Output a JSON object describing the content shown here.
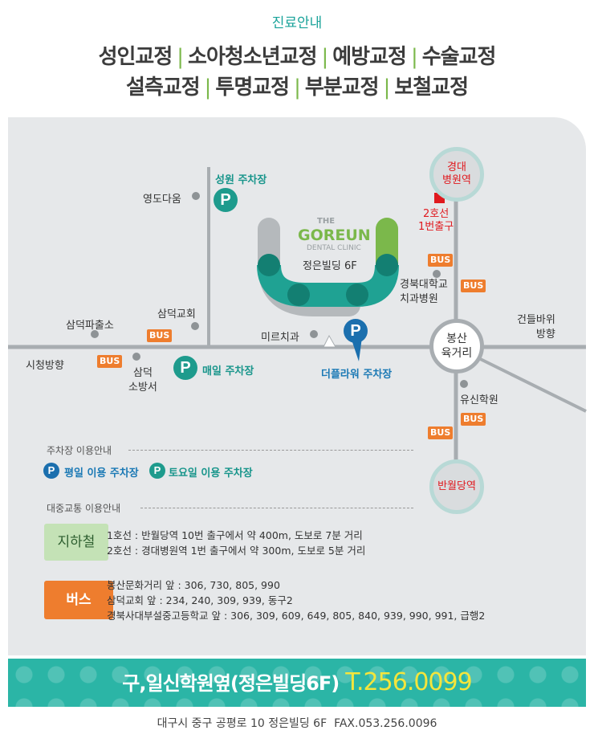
{
  "header": {
    "title": "진료안내",
    "services_row1": [
      "성인교정",
      "소아청소년교정",
      "예방교정",
      "수술교정"
    ],
    "services_row2": [
      "설측교정",
      "투명교정",
      "부분교정",
      "보철교정"
    ],
    "separator": "|"
  },
  "map": {
    "clinic": {
      "logo_the": "THE",
      "logo_name": "GOREUN",
      "logo_sub": "DENTAL CLINIC",
      "building": "정은빌딩 6F"
    },
    "parking": {
      "seongwon": "성원 주차장",
      "maeil": "매일 주차장",
      "the_plaza": "더플라워 주차장",
      "p_symbol": "P"
    },
    "stations": {
      "gyeongdae": [
        "경대",
        "병원역"
      ],
      "bongsan": [
        "봉산",
        "육거리"
      ],
      "banwoldang": [
        "반월당역"
      ],
      "exit": [
        "2호선",
        "1번출구"
      ]
    },
    "places": {
      "youngdo": "영도다움",
      "samdeok_police": "삼덕파출소",
      "samdeok_church": "삼덕교회",
      "miru": "미르치과",
      "knu_dental": [
        "경북대학교",
        "치과병원"
      ],
      "geondeul": [
        "건들바위",
        "방향"
      ],
      "cityhall": "시청방향",
      "samdeok_fire": [
        "삼덕",
        "소방서"
      ],
      "yusin": "유신학원"
    },
    "bus_label": "BUS"
  },
  "legend": {
    "parking_heading": "주차장 이용안내",
    "weekday": "평일 이용 주차장",
    "saturday": "토요일 이용 주차장",
    "transit_heading": "대중교통 이용안내"
  },
  "transit": {
    "subway_tag": "지하철",
    "subway_lines": [
      "1호선 : 반월당역 10번 출구에서 약 400m, 도보로 7분 거리",
      "2호선 : 경대병원역 1번 출구에서 약 300m, 도보로 5분 거리"
    ],
    "bus_tag": "버스",
    "bus_lines": [
      "봉산문화거리 앞 : 306, 730, 805, 990",
      "삼덕교회 앞 : 234, 240, 309, 939, 동구2",
      "경북사대부설중고등학교 앞 : 306, 309, 609, 649, 805, 840, 939, 990, 991, 급행2"
    ]
  },
  "footer": {
    "location": "구,일신학원옆(정은빌딩6F)",
    "phone": "T.256.0099",
    "address": "대구시 중구 공평로 10 정은빌딩 6F",
    "fax": "FAX.053.256.0096"
  },
  "colors": {
    "teal": "#1e9b8d",
    "blue": "#1b6fae",
    "orange": "#ee7d2e",
    "green": "#7bb84b",
    "red": "#e0191e"
  }
}
